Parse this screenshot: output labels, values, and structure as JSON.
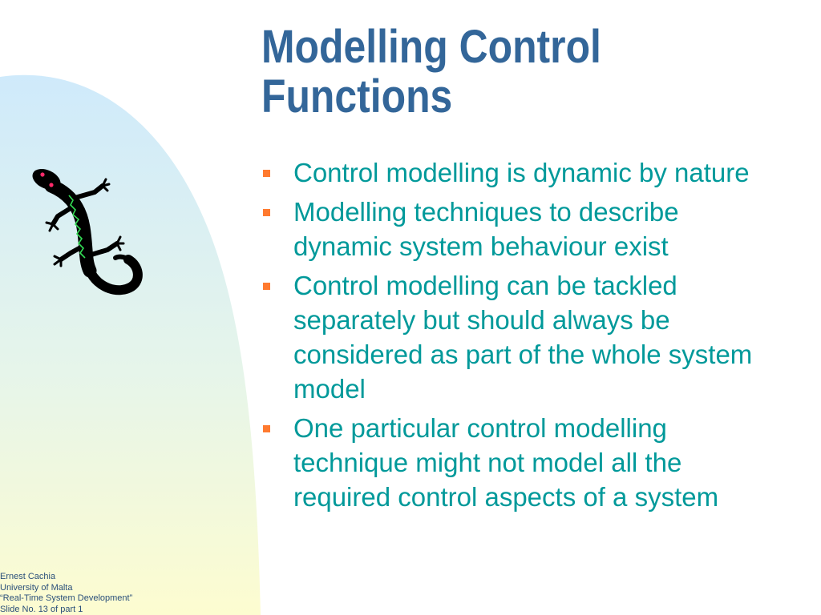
{
  "slide": {
    "title_lines": [
      "Modelling Control",
      "Functions"
    ],
    "bullets": [
      "Control modelling is dynamic by nature",
      "Modelling techniques to describe dynamic system behaviour exist",
      "Control modelling can be tackled separately but should always be considered as part of the whole system model",
      "One particular control modelling technique might not model all the required control aspects of a system"
    ],
    "footer": [
      "Ernest Cachia",
      "University of Malta",
      "“Real-Time System Development”",
      "Slide No. 13 of part 1"
    ],
    "decoration": {
      "icon": "lizard-icon",
      "gradient_top": "#cfeafb",
      "gradient_bottom": "#fdfcd0"
    },
    "colors": {
      "title": "#336699",
      "bullet_text": "#00999a",
      "bullet_marker": "#ff7a2f",
      "footer_text": "#2a4f7a"
    }
  }
}
